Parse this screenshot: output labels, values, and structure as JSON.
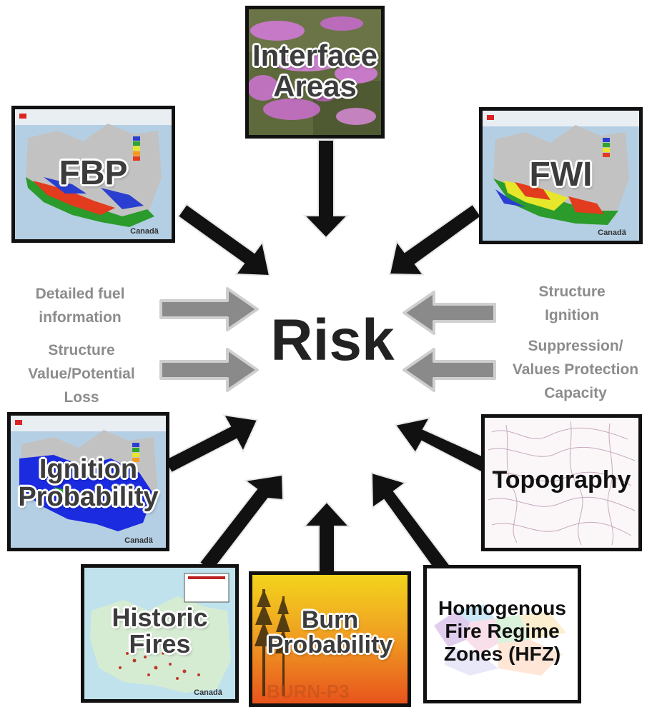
{
  "center": {
    "title": "Risk"
  },
  "panels": {
    "interface": {
      "label_line1": "Interface",
      "label_line2": "Areas"
    },
    "fbp": {
      "label": "FBP"
    },
    "fwi": {
      "label": "FWI"
    },
    "ignition": {
      "label_line1": "Ignition",
      "label_line2": "Probability"
    },
    "topography": {
      "label": "Topography"
    },
    "historic": {
      "label_line1": "Historic",
      "label_line2": "Fires"
    },
    "burn": {
      "label_line1": "Burn",
      "label_line2": "Probability",
      "watermark": "BURN-P3"
    },
    "hfz": {
      "label_line1": "Homogenous",
      "label_line2": "Fire Regime",
      "label_line3": "Zones (HFZ)"
    }
  },
  "side_inputs": {
    "left": [
      {
        "line1": "Detailed fuel",
        "line2": "information"
      },
      {
        "line1": "Structure",
        "line2": "Value/Potential",
        "line3": "Loss"
      }
    ],
    "right": [
      {
        "line1": "Structure",
        "line2": "Ignition"
      },
      {
        "line1": "Suppression/",
        "line2": "Values Protection",
        "line3": "Capacity"
      }
    ]
  },
  "map_brand": "Canadä",
  "colors": {
    "arrow_black": "#111111",
    "arrow_gray_fill": "#8a8a8a",
    "arrow_gray_outline": "#cfcfcf",
    "side_text": "#8c8c8c",
    "title_text": "#222222",
    "panel_border": "#111111"
  }
}
